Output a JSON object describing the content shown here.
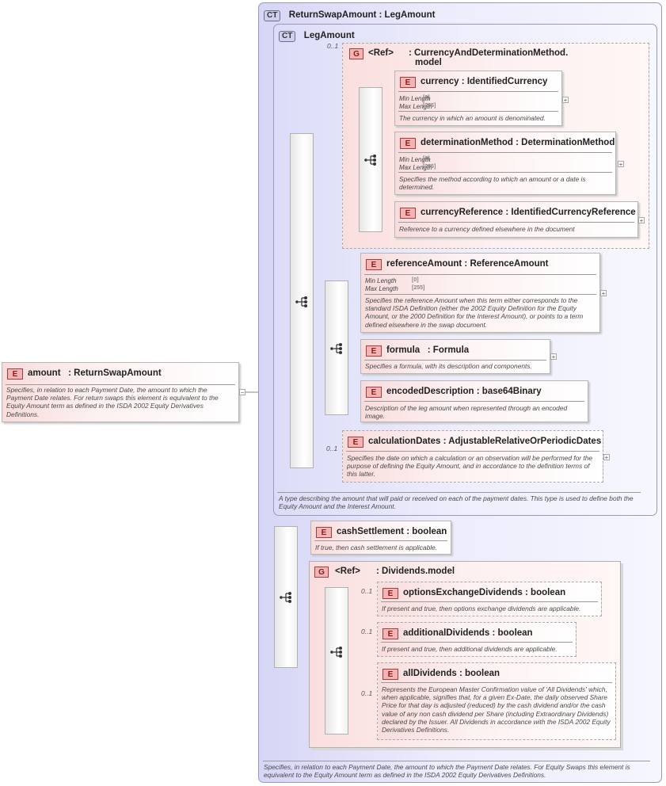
{
  "root": {
    "name": "amount",
    "type": ": ReturnSwapAmount",
    "desc": "Specifies, in relation to each Payment Date, the amount to which the Payment Date relates. For return swaps this element is equivalent to the Equity Amount term as defined in the ISDA 2002 Equity Derivatives Definitions."
  },
  "outer": {
    "badge": "CT",
    "title": "ReturnSwapAmount : LegAmount",
    "desc": "Specifies, in relation to each Payment Date, the amount to which the Payment Date relates. For Equity Swaps this element is equivalent to the Equity Amount term as defined in the ISDA 2002 Equity Derivatives Definitions."
  },
  "inner": {
    "badge": "CT",
    "title": "LegAmount",
    "desc": "A type describing the amount that will paid or received on each of the payment dates. This type is used to define both the Equity Amount and the Interest Amount."
  },
  "labels": {
    "e": "E",
    "g": "G",
    "ref": "<Ref>",
    "min_length": "Min Length",
    "max_length": "Max Length",
    "plus": "+",
    "minus": "−",
    "occ": "0..1"
  },
  "group1": {
    "name": ": CurrencyAndDeterminationMethod.",
    "name2": "model",
    "elements": [
      {
        "name": "currency",
        "type": ": IdentifiedCurrency",
        "min": "[0]",
        "max": "[255]",
        "desc": "The currency in which an amount is denominated."
      },
      {
        "name": "determinationMethod",
        "type": ": DeterminationMethod",
        "min": "[0]",
        "max": "[255]",
        "desc": "Specifies the method according to which an amount or a date is determined."
      },
      {
        "name": "currencyReference",
        "type": ": IdentifiedCurrencyReference",
        "desc": "Reference to a currency defined elsewhere in the document"
      }
    ]
  },
  "referenceAmount": {
    "name": "referenceAmount",
    "type": ": ReferenceAmount",
    "min": "[0]",
    "max": "[255]",
    "desc": "Specifies the reference Amount when this term either corresponds to the standard ISDA Definition (either the 2002 Equity Definition for the Equity Amount, or the 2000 Definition for the Interest Amount), or points to a term defined elsewhere in the swap document."
  },
  "formula": {
    "name": "formula",
    "type": ": Formula",
    "desc": "Specifies a formula, with its description and components."
  },
  "encodedDescription": {
    "name": "encodedDescription",
    "type": ": base64Binary",
    "desc": "Description of the leg amount when represented through an encoded image."
  },
  "calculationDates": {
    "name": "calculationDates",
    "type": ": AdjustableRelativeOrPeriodicDates",
    "desc": "Specifies the date on which a calculation or an observation will be performed for the purpose of defining the Equity Amount, and in accordance to the definition terms of this latter."
  },
  "cashSettlement": {
    "name": "cashSettlement",
    "type": ": boolean",
    "desc": "If true, then cash settlement is applicable."
  },
  "group2": {
    "name": ": Dividends.model",
    "elements": [
      {
        "name": "optionsExchangeDividends",
        "type": ": boolean",
        "desc": "If present and true, then options exchange dividends are applicable."
      },
      {
        "name": "additionalDividends",
        "type": ": boolean",
        "desc": "If present and true, then additional dividends are applicable."
      },
      {
        "name": "allDividends",
        "type": ": boolean",
        "desc": "Represents the European Master Confirmation value of 'All Dividends' which, when applicable, signifies that, for a given Ex-Date, the daily observed Share Price for that day is adjusted (reduced) by the cash dividend and/or the cash value of any non cash dividend per Share (including Extraordinary Dividends) declared by the Issuer. All Dividends in accordance with the ISDA 2002 Equity Derivatives Definitions."
      }
    ]
  },
  "colors": {
    "element_fill": "#f8dcdc",
    "element_badge": "#f2b5b5",
    "complex_type_fill": "#d6d6f6",
    "line": "#8a8a8a"
  }
}
